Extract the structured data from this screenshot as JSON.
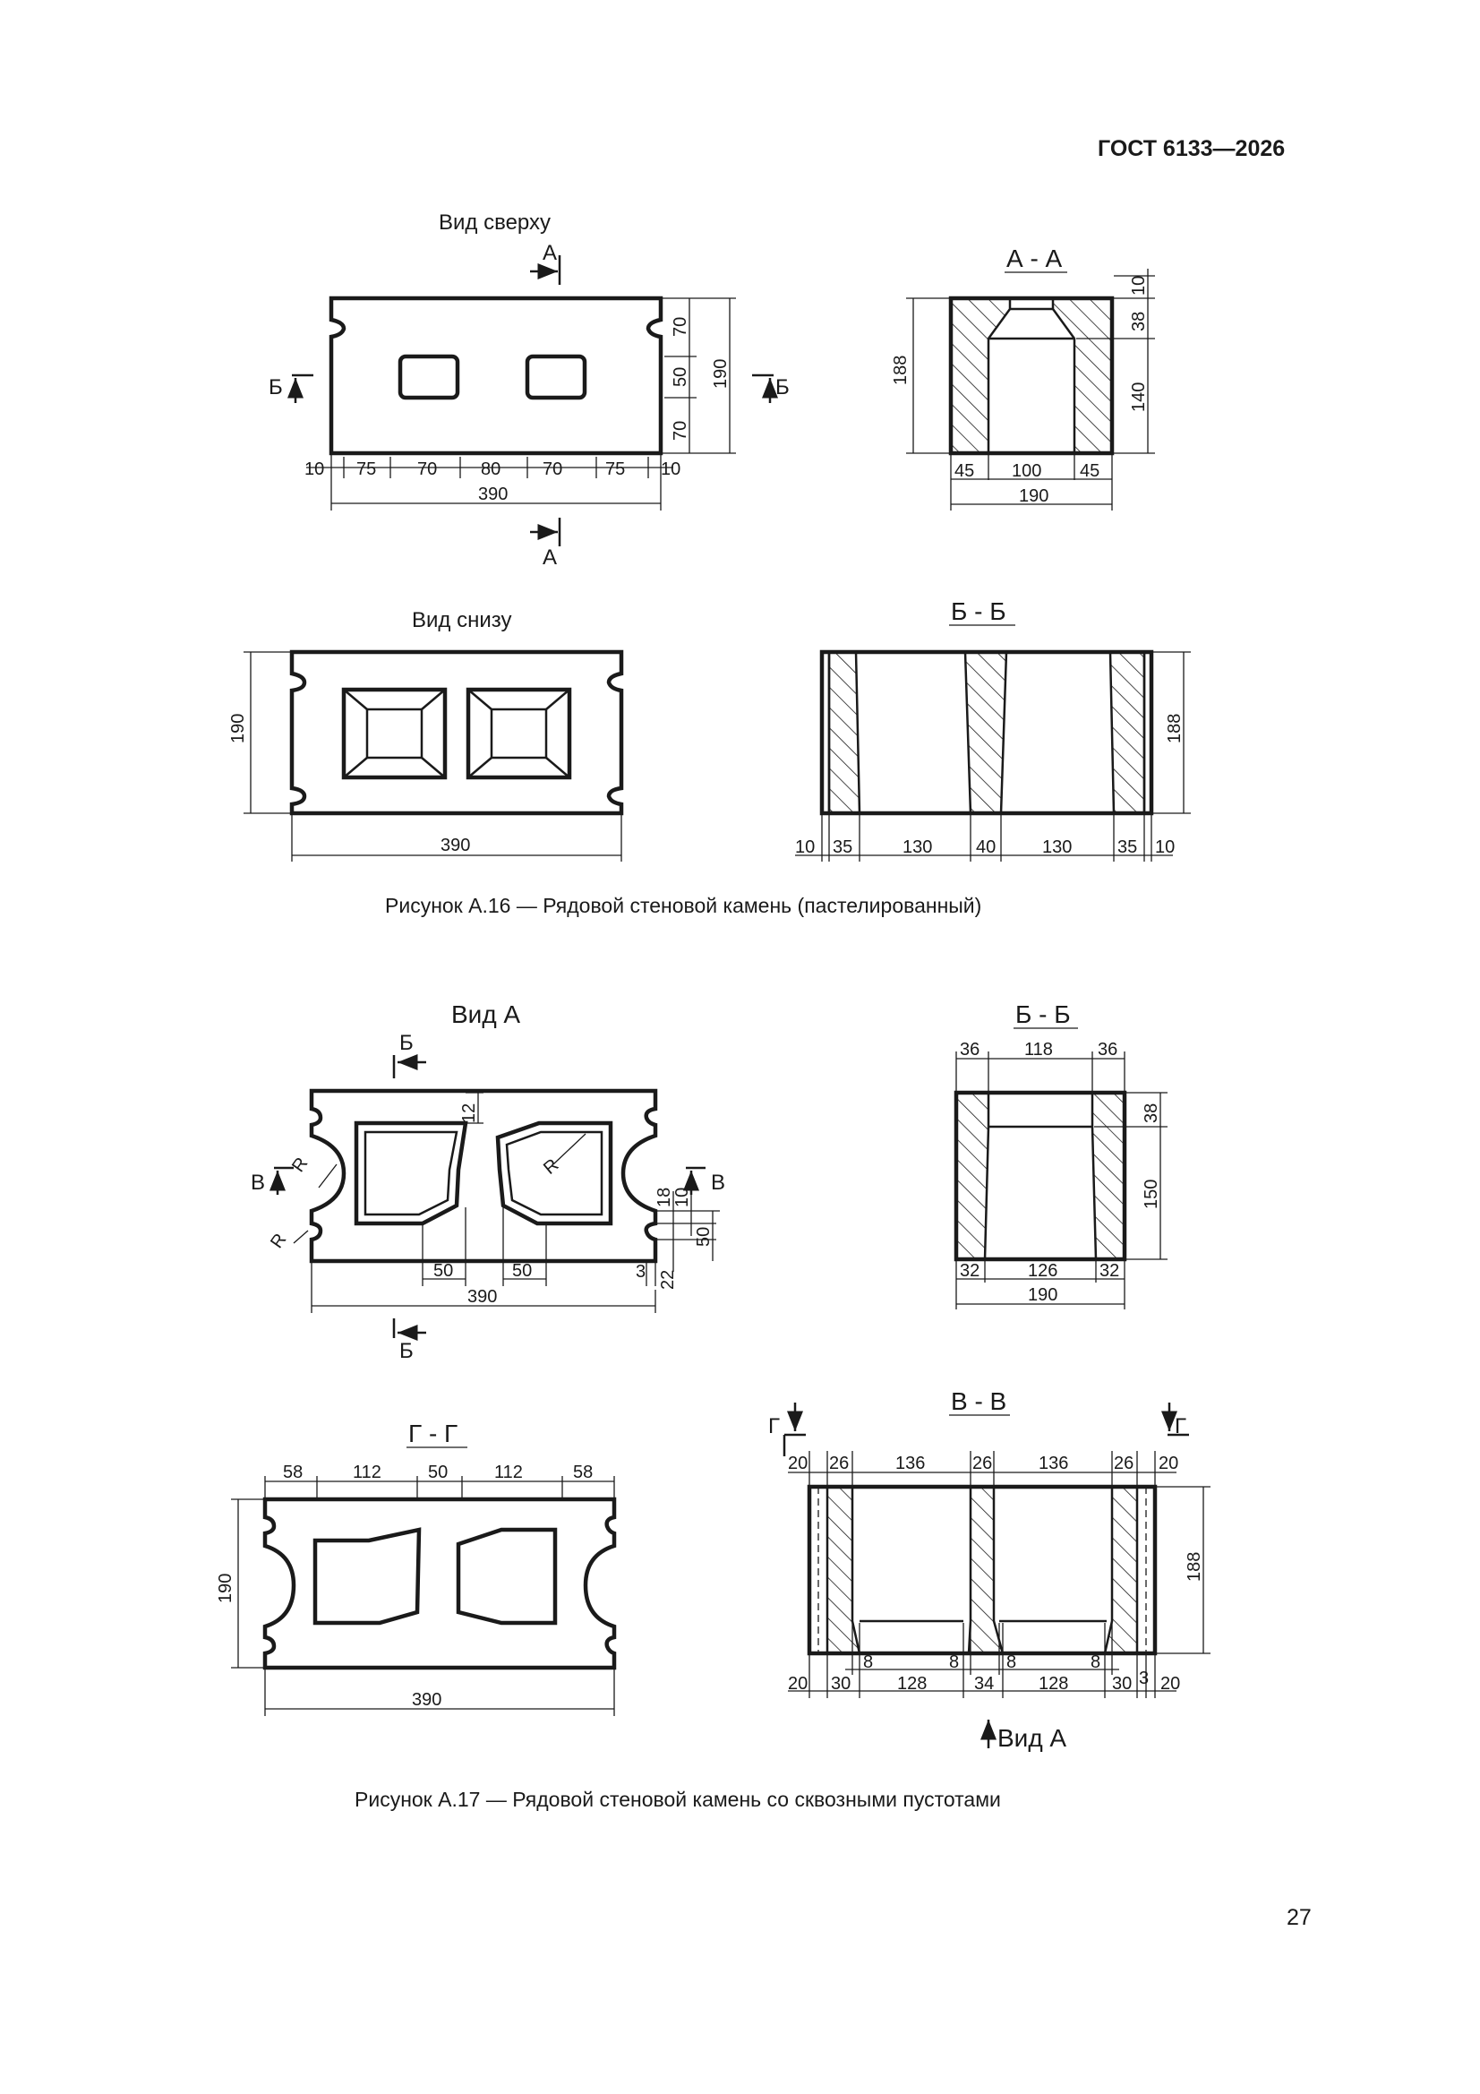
{
  "header": {
    "standard": "ГОСТ 6133—2026"
  },
  "page_number": "27",
  "figure_a16": {
    "caption": "Рисунок А.16 — Рядовой стеновой камень (пастелированный)",
    "top_view": {
      "title": "Вид сверху",
      "section_marks": [
        "А",
        "А",
        "Б",
        "Б"
      ],
      "dims_bottom": [
        "10",
        "75",
        "70",
        "80",
        "70",
        "75",
        "10"
      ],
      "dim_total_length": "390",
      "dims_right": [
        "70",
        "50",
        "70"
      ],
      "dim_total_width": "190"
    },
    "section_aa": {
      "title": "А - А",
      "dim_height": "188",
      "dims_right": [
        "10",
        "38",
        "140"
      ],
      "dims_bottom": [
        "45",
        "100",
        "45"
      ],
      "dim_total": "190"
    },
    "bottom_view": {
      "title": "Вид снизу",
      "dim_width": "190",
      "dim_length": "390"
    },
    "section_bb": {
      "title": "Б - Б",
      "dim_height": "188",
      "dims_bottom": [
        "10",
        "35",
        "130",
        "40",
        "130",
        "35",
        "10"
      ]
    }
  },
  "figure_a17": {
    "caption": "Рисунок А.17 — Рядовой стеновой камень со сквозными пустотами",
    "view_a": {
      "title": "Вид А",
      "section_marks": [
        "Б",
        "Б",
        "В",
        "В"
      ],
      "radius_label": "R",
      "dims": [
        "12",
        "18",
        "10",
        "50",
        "50",
        "50",
        "3",
        "22"
      ],
      "dim_total_length": "390"
    },
    "section_bb": {
      "title": "Б - Б",
      "dims_top": [
        "36",
        "118",
        "36"
      ],
      "dims_right": [
        "38",
        "150"
      ],
      "dims_bottom": [
        "32",
        "126",
        "32"
      ],
      "dim_total": "190"
    },
    "section_gg": {
      "title": "Г - Г",
      "dims_top": [
        "58",
        "112",
        "50",
        "112",
        "58"
      ],
      "dim_width": "190",
      "dim_length": "390"
    },
    "section_vv": {
      "title": "В - В",
      "section_marks": [
        "Г",
        "Г"
      ],
      "dims_top": [
        "20",
        "26",
        "136",
        "26",
        "136",
        "26",
        "20"
      ],
      "dims_bottom": [
        "20",
        "30",
        "8",
        "128",
        "8",
        "34",
        "8",
        "128",
        "8",
        "30",
        "3",
        "20"
      ],
      "dim_height": "188",
      "view_label": "Вид А"
    }
  }
}
